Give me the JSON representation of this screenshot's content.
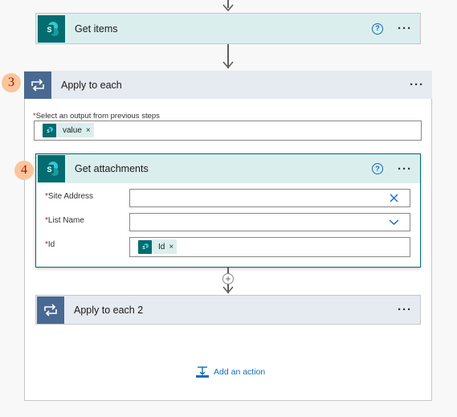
{
  "get_items": {
    "title": "Get items"
  },
  "apply_to_each": {
    "badge": "3",
    "title": "Apply to each",
    "select_label": "Select an output from previous steps",
    "required_mark": "*",
    "token": "value",
    "token_remove": "×"
  },
  "get_attachments": {
    "badge": "4",
    "title": "Get attachments",
    "fields": [
      {
        "label": "Site Address",
        "required_mark": "*"
      },
      {
        "label": "List Name",
        "required_mark": "*"
      },
      {
        "label": "Id",
        "required_mark": "*",
        "token": "Id",
        "token_remove": "×"
      }
    ]
  },
  "apply_to_each_2": {
    "title": "Apply to each 2"
  },
  "add_action": {
    "label": "Add an action"
  },
  "common": {
    "more": "···",
    "help": "?"
  },
  "icons": {
    "sharepoint": "sharepoint-icon",
    "loop": "loop-icon",
    "help": "help-icon",
    "close": "close-icon",
    "chevron": "chevron-down-icon",
    "add_step": "add-step-icon"
  },
  "colors": {
    "sharepoint_tile": "#036c70",
    "loop_tile": "#486991",
    "card_header_green": "#dbeeee",
    "card_header_blue": "#e6eaf1",
    "accent": "#0f6cbd",
    "badge_bg": "#f9c69c",
    "badge_text": "#c20000"
  }
}
